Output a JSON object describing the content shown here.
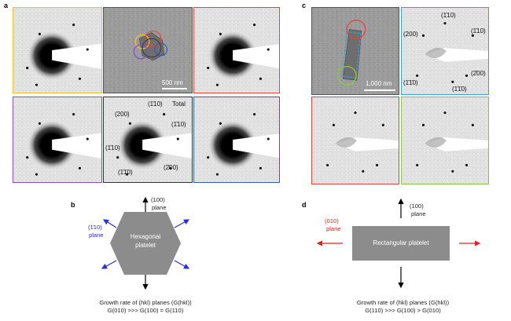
{
  "panel_labels": {
    "a": "a",
    "b": "b",
    "c": "c",
    "d": "d"
  },
  "scale_bars": {
    "a": "500 nm",
    "c": "1,000 nm"
  },
  "saed_total": {
    "total": "Total",
    "i110": "(1̄10)",
    "i200": "(200)",
    "i1b10": "(1̄10)",
    "i1b10_left": "(1̄10)",
    "i1b1b0": "(1̄1̄0)",
    "i2b00": "(2̄00)"
  },
  "saed_c": {
    "i110": "(1̄10)",
    "i200": "(200)",
    "i1b10": "(1̄10)",
    "i2b00": "(2̄00)",
    "i1b1b0": "(1̄1̄0)",
    "i1b1b0b": "(1̄1̄0)"
  },
  "diagram_b": {
    "top_plane_index": "(100)",
    "top_plane_word": "plane",
    "side_plane_index": "(1̄10)",
    "side_plane_word": "plane",
    "hex_line1": "Hexagonal",
    "hex_line2": "platelet",
    "growth_line1": "Growth rate of (hkl) planes (G(hkl))",
    "growth_line2": "G(010) >>> G(100) = G(110)"
  },
  "diagram_d": {
    "top_plane_index": "(100)",
    "top_plane_word": "plane",
    "side_plane_index": "(010)",
    "side_plane_word": "plane",
    "rect_label": "Rectangular platelet",
    "growth_line1": "Growth rate of (hkl) planes (G(hkl))",
    "growth_line2": "G(110) >>> G(100) > G(010)"
  },
  "colors": {
    "yellow": "#f0c030",
    "red": "#e8433a",
    "purple": "#8a4fb8",
    "blue": "#2f5fb0",
    "black": "#333333",
    "lightblue": "#3aa0d8",
    "green": "#8cc63f",
    "hexagon": "#8c8c8c",
    "arrow_blue": "#2b2bd8",
    "arrow_red": "#e02020"
  }
}
